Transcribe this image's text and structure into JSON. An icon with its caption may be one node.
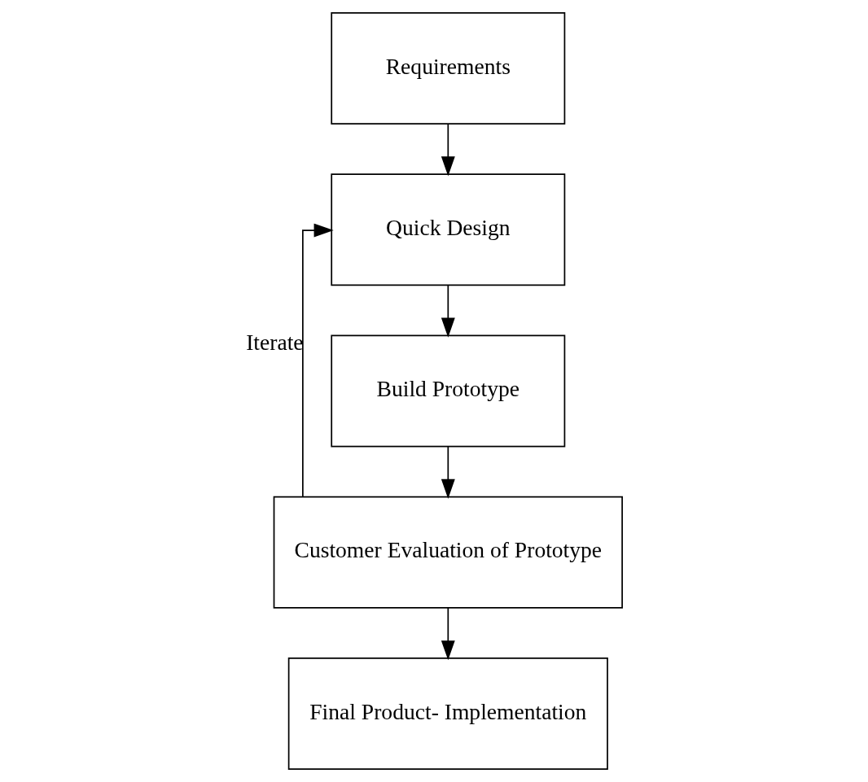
{
  "diagram": {
    "nodes": [
      {
        "text": [
          "Requirements"
        ]
      },
      {
        "text": [
          "Quick Design"
        ]
      },
      {
        "text": [
          "Build Prototype"
        ]
      },
      {
        "text": [
          "Customer Evaluation of Prototype"
        ]
      },
      {
        "text": [
          "Final Product- Implementation"
        ]
      }
    ],
    "edges": [
      {
        "from": 0,
        "to": 1,
        "arrow": "to"
      },
      {
        "from": 1,
        "to": 2,
        "arrow": "to"
      },
      {
        "from": 2,
        "to": 3,
        "arrow": "to"
      },
      {
        "from": 3,
        "to": 1,
        "arrow": "to",
        "label": "Iterate"
      },
      {
        "from": 3,
        "to": 4,
        "arrow": "to"
      }
    ]
  }
}
